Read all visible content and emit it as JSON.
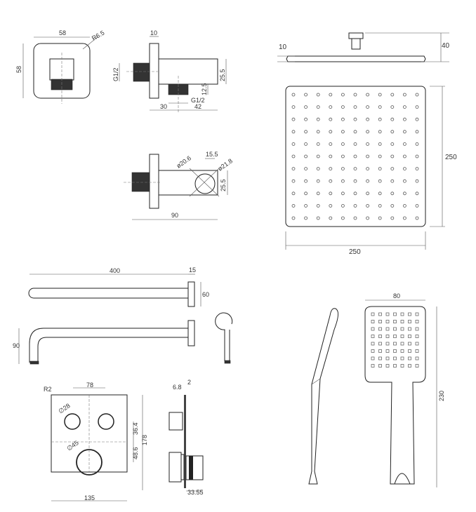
{
  "wall_outlet": {
    "front": {
      "width": "58",
      "height": "58",
      "radius": "R6.5"
    },
    "side": {
      "flange": "10",
      "thread_in": "G1/2",
      "body_height": "25.5",
      "outlet_offset": "12.5",
      "thread_out": "G1/2",
      "len_a": "30",
      "len_b": "42"
    }
  },
  "holder": {
    "dia_a": "ø20.6",
    "gap": "15.5",
    "dia_b": "ø21.8",
    "height": "25.5",
    "length": "90"
  },
  "shower_head": {
    "thickness": "10",
    "height": "40",
    "side": "250",
    "width": "250"
  },
  "shower_arm": {
    "length": "400",
    "flange": "15",
    "flange_dia": "60",
    "drop": "90"
  },
  "valve": {
    "radius": "R2",
    "spacing": "78",
    "knob_dia": "∅28",
    "thermo_dia": "∅45",
    "v_a": "36.4",
    "v_b": "48.6",
    "height": "178",
    "width": "135",
    "depth_a": "6.8",
    "depth_b": "2",
    "depth_c": "33.55"
  },
  "hand_shower": {
    "width": "80",
    "length": "230"
  }
}
